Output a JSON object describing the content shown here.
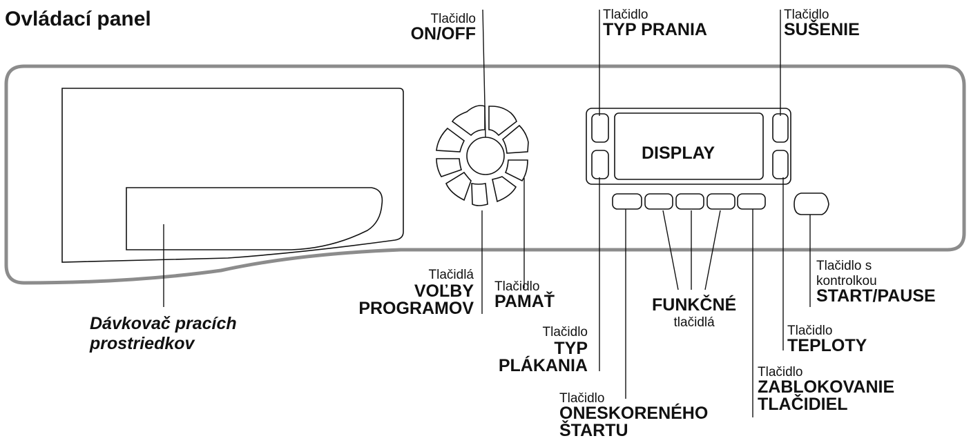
{
  "title": "Ovládací panel",
  "display": "DISPLAY",
  "labels": {
    "on_off": {
      "small": "Tlačidlo",
      "big": "ON/OFF"
    },
    "wash_type": {
      "small": "Tlačidlo",
      "big": "TYP PRANIA"
    },
    "drying": {
      "small": "Tlačidlo",
      "big": "SUŠENIE"
    },
    "program_select": {
      "small": "Tlačidlá",
      "big1": "VOĽBY",
      "big2": "PROGRAMOV"
    },
    "memory": {
      "small": "Tlačidlo",
      "big": "PAMAŤ"
    },
    "rinse_type": {
      "small": "Tlačidlo",
      "big1": "TYP",
      "big2": "PLÁKANIA"
    },
    "function": {
      "big": "FUNKČNÉ",
      "small": "tlačidlá"
    },
    "start_pause": {
      "small1": "Tlačidlo s",
      "small2": "kontrolkou",
      "big": "START/PAUSE"
    },
    "temperature": {
      "small": "Tlačidlo",
      "big": "TEPLOTY"
    },
    "delayed_start": {
      "small": "Tlačidlo",
      "big1": "ONESKORENÉHO",
      "big2": "ŠTARTU"
    },
    "button_lock": {
      "small": "Tlačidlo",
      "big1": "ZABLOKOVANIE",
      "big2": "TLAČIDIEL"
    },
    "dispenser": {
      "line1": "Dávkovač pracích",
      "line2": "prostriedkov"
    }
  }
}
